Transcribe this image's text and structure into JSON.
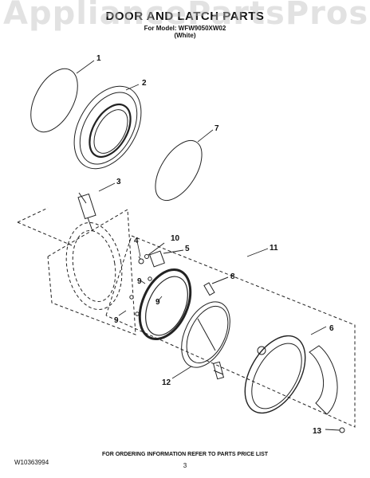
{
  "watermark": "AppliancePartsPros.com",
  "header": {
    "title": "DOOR AND LATCH PARTS",
    "model_line": "For Model: WFW9050XW02",
    "color_line": "(White)"
  },
  "callouts": [
    "1",
    "2",
    "3",
    "4",
    "5",
    "6",
    "7",
    "8",
    "9",
    "9",
    "9",
    "10",
    "11",
    "12",
    "13"
  ],
  "footer": {
    "doc_number": "W10363994",
    "ordering_info": "FOR ORDERING INFORMATION REFER TO PARTS PRICE LIST",
    "page_number": "3"
  }
}
